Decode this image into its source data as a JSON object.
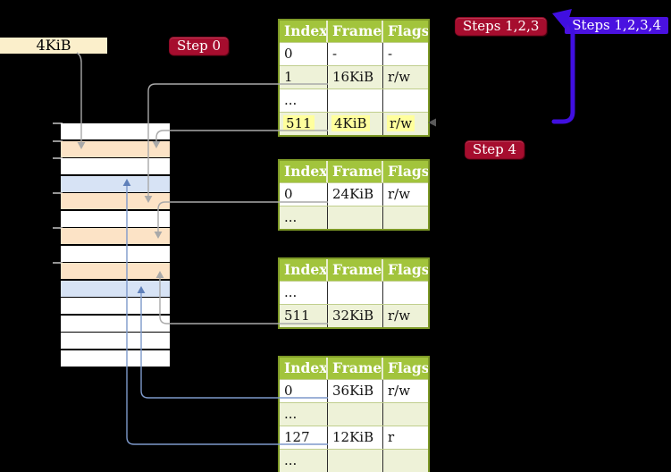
{
  "labels": {
    "page_size_box": "4KiB",
    "step0": "Step 0",
    "steps123": "Steps 1,2,3",
    "steps1234": "Steps 1,2,3,4",
    "step4": "Step 4"
  },
  "tables": [
    {
      "headers": [
        "Index",
        "Frame",
        "Flags"
      ],
      "rows": [
        {
          "cells": [
            "0",
            "-",
            "-"
          ]
        },
        {
          "cells": [
            "1",
            "16KiB",
            "r/w"
          ]
        },
        {
          "cells": [
            "...",
            "",
            ""
          ]
        },
        {
          "cells": [
            "511",
            "4KiB",
            "r/w"
          ],
          "highlight": true
        }
      ]
    },
    {
      "headers": [
        "Index",
        "Frame",
        "Flags"
      ],
      "rows": [
        {
          "cells": [
            "0",
            "24KiB",
            "r/w"
          ]
        },
        {
          "cells": [
            "...",
            "",
            ""
          ]
        }
      ]
    },
    {
      "headers": [
        "Index",
        "Frame",
        "Flags"
      ],
      "rows": [
        {
          "cells": [
            "...",
            "",
            ""
          ]
        },
        {
          "cells": [
            "511",
            "32KiB",
            "r/w"
          ]
        }
      ]
    },
    {
      "headers": [
        "Index",
        "Frame",
        "Flags"
      ],
      "rows": [
        {
          "cells": [
            "0",
            "36KiB",
            "r/w"
          ]
        },
        {
          "cells": [
            "...",
            "",
            ""
          ]
        },
        {
          "cells": [
            "127",
            "12KiB",
            "r"
          ]
        },
        {
          "cells": [
            "...",
            "",
            ""
          ]
        }
      ]
    }
  ],
  "memory": {
    "rows": [
      "white",
      "orange",
      "white",
      "blue",
      "orange",
      "white",
      "orange",
      "white",
      "orange",
      "blue",
      "white",
      "white",
      "white",
      "white"
    ]
  },
  "palette": {
    "background": "#000000",
    "table_header_green": "#a2c43c",
    "table_border_olive": "#7e9a27",
    "row_light_green": "#eef2d8",
    "highlight_yellow": "#ffff9d",
    "memory_orange": "#fce3c6",
    "memory_blue": "#d7e3f5",
    "wheat_box": "#fbefcb",
    "badge_red": "#a60d2e",
    "badge_blue": "#4a11e0",
    "connector_gray": "#a9a9a9",
    "connector_blue": "#7e99cb",
    "big_arrow_blue": "#400fe0"
  }
}
